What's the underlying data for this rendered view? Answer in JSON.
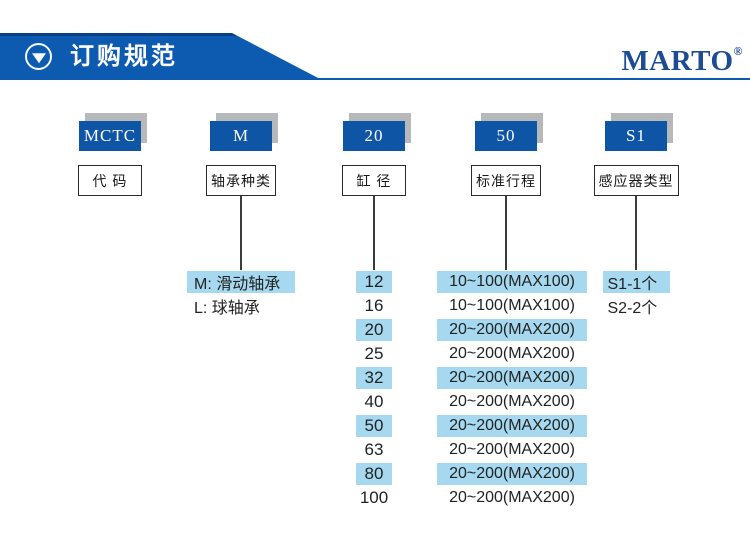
{
  "header": {
    "title": "订购规范",
    "brand": "MARTO",
    "registered_mark": "®",
    "icon": "triangle-down-in-circle"
  },
  "diagram": {
    "columns": [
      {
        "id": "code",
        "code": "MCTC",
        "label": "代 码",
        "has_connector": false,
        "options": []
      },
      {
        "id": "bearing-type",
        "code": "M",
        "label": "轴承种类",
        "has_connector": true,
        "options": [
          {
            "text": "M: 滑动轴承",
            "highlighted": true
          },
          {
            "text": "L: 球轴承",
            "highlighted": false
          }
        ]
      },
      {
        "id": "bore-size",
        "code": "20",
        "label": "缸 径",
        "has_connector": true,
        "options": [
          {
            "text": "12",
            "highlighted": true
          },
          {
            "text": "16",
            "highlighted": false
          },
          {
            "text": "20",
            "highlighted": true
          },
          {
            "text": "25",
            "highlighted": false
          },
          {
            "text": "32",
            "highlighted": true
          },
          {
            "text": "40",
            "highlighted": false
          },
          {
            "text": "50",
            "highlighted": true
          },
          {
            "text": "63",
            "highlighted": false
          },
          {
            "text": "80",
            "highlighted": true
          },
          {
            "text": "100",
            "highlighted": false
          }
        ]
      },
      {
        "id": "standard-stroke",
        "code": "50",
        "label": "标准行程",
        "has_connector": true,
        "options": [
          {
            "text": "10~100(MAX100)",
            "highlighted": true
          },
          {
            "text": "10~100(MAX100)",
            "highlighted": false
          },
          {
            "text": "20~200(MAX200)",
            "highlighted": true
          },
          {
            "text": "20~200(MAX200)",
            "highlighted": false
          },
          {
            "text": "20~200(MAX200)",
            "highlighted": true
          },
          {
            "text": "20~200(MAX200)",
            "highlighted": false
          },
          {
            "text": "20~200(MAX200)",
            "highlighted": true
          },
          {
            "text": "20~200(MAX200)",
            "highlighted": false
          },
          {
            "text": "20~200(MAX200)",
            "highlighted": true
          },
          {
            "text": "20~200(MAX200)",
            "highlighted": false
          }
        ]
      },
      {
        "id": "sensor-type",
        "code": "S1",
        "label": "感应器类型",
        "has_connector": true,
        "options": [
          {
            "text": "S1-1个",
            "highlighted": true
          },
          {
            "text": "S2-2个",
            "highlighted": false
          }
        ]
      }
    ]
  },
  "colors": {
    "banner_blue": "#0d5bb1",
    "banner_edge_navy": "#093f85",
    "code_box_blue": "#0f55a5",
    "highlight_blue": "#a6d9f0",
    "shadow_gray": "#b7b8ba",
    "brand_navy": "#1d4b94"
  }
}
